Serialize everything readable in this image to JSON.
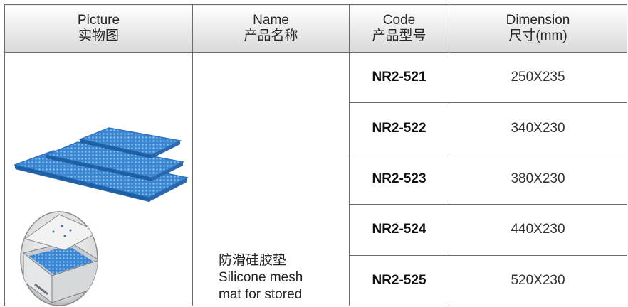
{
  "header": {
    "picture_en": "Picture",
    "picture_zh": "实物图",
    "name_en": "Name",
    "name_zh": "产品名称",
    "code_en": "Code",
    "code_zh": "产品型号",
    "dimension_en": "Dimension",
    "dimension_zh": "尺寸(mm)"
  },
  "product": {
    "name_zh": "防滑硅胶垫",
    "name_en_line1": "Silicone mesh",
    "name_en_line2": "mat for stored"
  },
  "rows": [
    {
      "code": "NR2-521",
      "dimension": "250X235"
    },
    {
      "code": "NR2-522",
      "dimension": "340X230"
    },
    {
      "code": "NR2-523",
      "dimension": "380X230"
    },
    {
      "code": "NR2-524",
      "dimension": "440X230"
    },
    {
      "code": "NR2-525",
      "dimension": "520X230"
    }
  ],
  "colors": {
    "mat_blue": "#3f8fd9",
    "header_gray": "#d9d9d9",
    "border": "#6b6b6b"
  }
}
